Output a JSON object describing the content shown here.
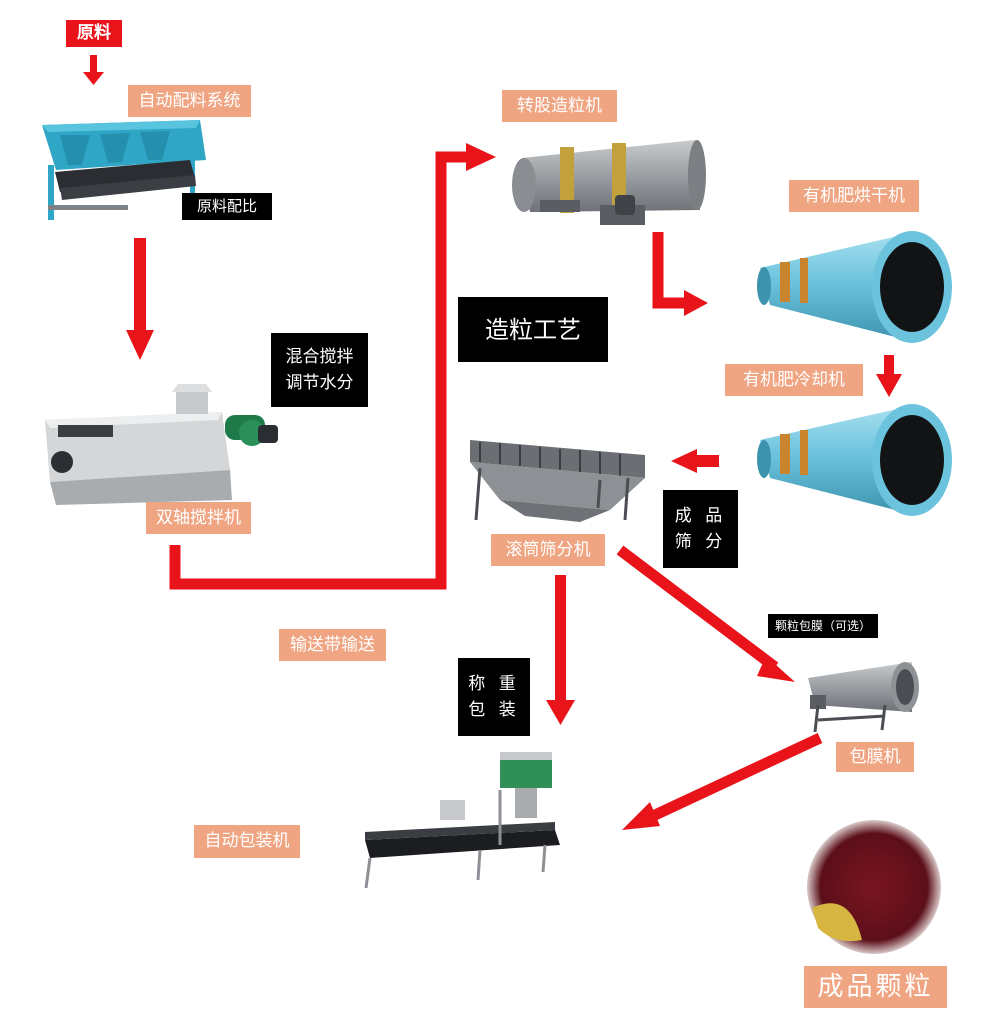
{
  "colors": {
    "arrow": "#e8141a",
    "label_bg": "#f0a582",
    "note_bg": "#000000",
    "drum_gray": "#9a9ea2",
    "drum_blue": "#6cc3dd"
  },
  "labels": {
    "raw_material": "原料",
    "auto_batching": "自动配料系统",
    "ratio": "原料配比",
    "mix_note_line1": "混合搅拌",
    "mix_note_line2": "调节水分",
    "twin_mixer": "双轴搅拌机",
    "granulation_process": "造粒工艺",
    "rotary_granulator": "转股造粒机",
    "dryer": "有机肥烘干机",
    "cooler": "有机肥冷却机",
    "drum_screener": "滚筒筛分机",
    "screening_line1": "成 品",
    "screening_line2": "筛 分",
    "conveyor": "输送带输送",
    "weigh_line1": "称 重",
    "weigh_line2": "包 装",
    "coating_note": "颗粒包膜（可选）",
    "coating_machine": "包膜机",
    "auto_packing": "自动包装机",
    "final_product": "成品颗粒"
  }
}
